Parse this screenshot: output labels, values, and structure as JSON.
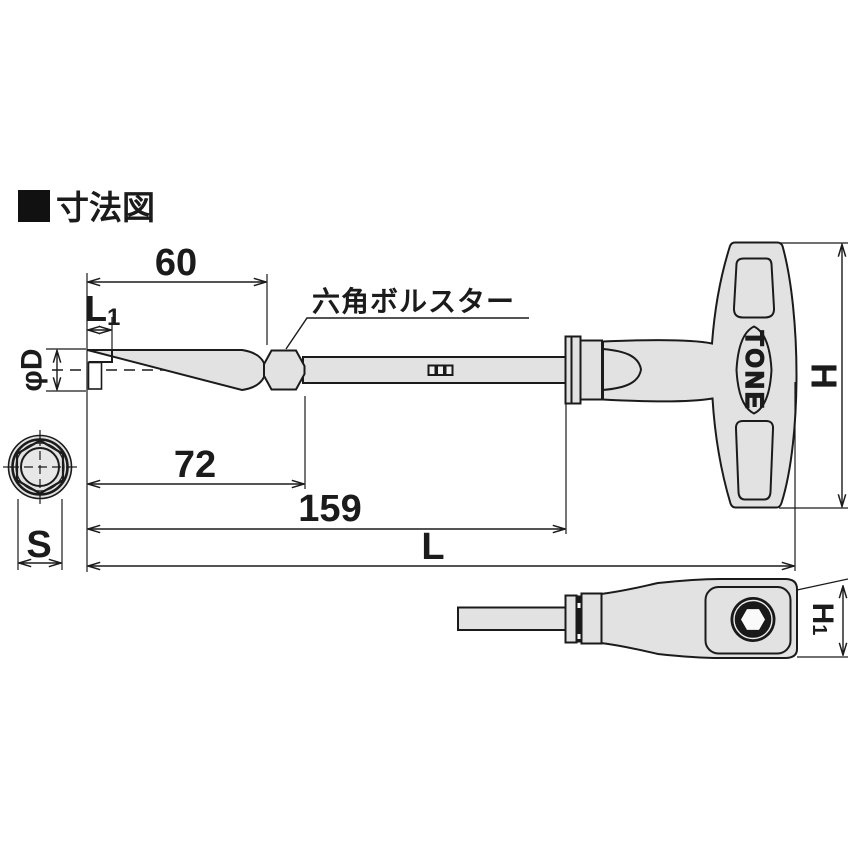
{
  "header": {
    "title": "寸法図"
  },
  "views": {
    "main": {
      "note_bolster": "六角ボルスター",
      "brand_logo": "TONE",
      "dims": {
        "socket_len": "60",
        "l1_base": "L",
        "l1_sub": "1",
        "phi_d": "φD",
        "d72": "72",
        "d159": "159",
        "total_len": "L",
        "handle_height": "H"
      }
    },
    "end_view": {
      "dim_s": "S"
    },
    "bottom_view": {
      "h1_base": "H",
      "h1_sub": "1"
    }
  },
  "dimensions_listed": [
    {
      "label": "60"
    },
    {
      "label": "L1"
    },
    {
      "label": "φD"
    },
    {
      "label": "72"
    },
    {
      "label": "159"
    },
    {
      "label": "L"
    },
    {
      "label": "S"
    },
    {
      "label": "H"
    },
    {
      "label": "H1"
    }
  ],
  "colors": {
    "line": "#1b1b1b",
    "fill_gray": "#e2e2e2",
    "background": "#ffffff",
    "ring_dark": "#191919"
  }
}
